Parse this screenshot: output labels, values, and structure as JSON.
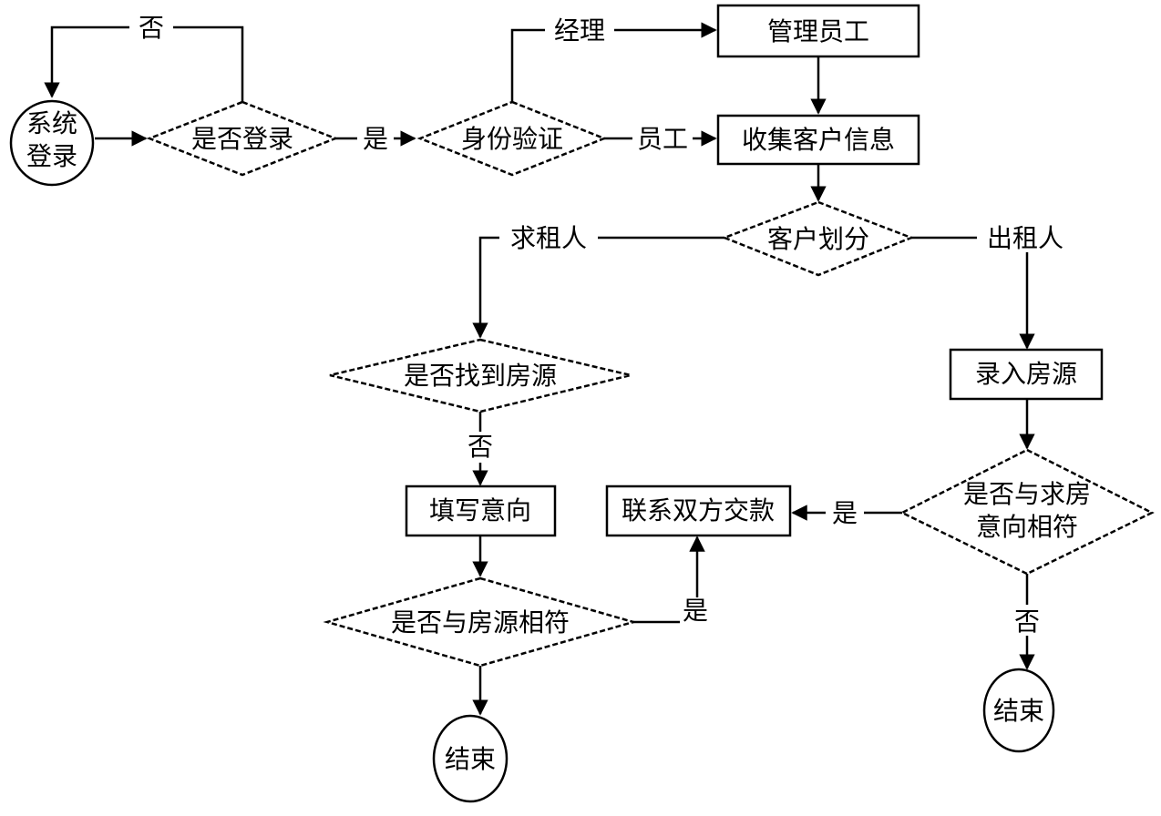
{
  "diagram": {
    "type": "flowchart",
    "nodes": {
      "start": {
        "shape": "ellipse",
        "lines": [
          "系统",
          "登录"
        ]
      },
      "is_logged_in": {
        "shape": "diamond",
        "lines": [
          "是否登录"
        ]
      },
      "identity_check": {
        "shape": "diamond",
        "lines": [
          "身份验证"
        ]
      },
      "manage_staff": {
        "shape": "rect",
        "lines": [
          "管理员工"
        ]
      },
      "collect_info": {
        "shape": "rect",
        "lines": [
          "收集客户信息"
        ]
      },
      "classify_customer": {
        "shape": "diamond",
        "lines": [
          "客户划分"
        ]
      },
      "found_listing": {
        "shape": "diamond",
        "lines": [
          "是否找到房源"
        ]
      },
      "fill_intent": {
        "shape": "rect",
        "lines": [
          "填写意向"
        ]
      },
      "match_listing": {
        "shape": "diamond",
        "lines": [
          "是否与房源相符"
        ]
      },
      "end_left": {
        "shape": "ellipse",
        "lines": [
          "结束"
        ]
      },
      "contact_parties": {
        "shape": "rect",
        "lines": [
          "联系双方交款"
        ]
      },
      "enter_listing": {
        "shape": "rect",
        "lines": [
          "录入房源"
        ]
      },
      "match_intent": {
        "shape": "diamond",
        "lines": [
          "是否与求房",
          "意向相符"
        ]
      },
      "end_right": {
        "shape": "ellipse",
        "lines": [
          "结束"
        ]
      }
    },
    "edges": [
      {
        "from": "start",
        "to": "is_logged_in",
        "label": ""
      },
      {
        "from": "is_logged_in",
        "to": "start",
        "label": "否"
      },
      {
        "from": "is_logged_in",
        "to": "identity_check",
        "label": "是"
      },
      {
        "from": "identity_check",
        "to": "manage_staff",
        "label": "经理"
      },
      {
        "from": "identity_check",
        "to": "collect_info",
        "label": "员工"
      },
      {
        "from": "manage_staff",
        "to": "collect_info",
        "label": ""
      },
      {
        "from": "collect_info",
        "to": "classify_customer",
        "label": ""
      },
      {
        "from": "classify_customer",
        "to": "found_listing",
        "label": "求租人"
      },
      {
        "from": "classify_customer",
        "to": "enter_listing",
        "label": "出租人"
      },
      {
        "from": "found_listing",
        "to": "fill_intent",
        "label": "否"
      },
      {
        "from": "fill_intent",
        "to": "match_listing",
        "label": ""
      },
      {
        "from": "match_listing",
        "to": "end_left",
        "label": ""
      },
      {
        "from": "match_listing",
        "to": "contact_parties",
        "label": "是"
      },
      {
        "from": "enter_listing",
        "to": "match_intent",
        "label": ""
      },
      {
        "from": "match_intent",
        "to": "contact_parties",
        "label": "是"
      },
      {
        "from": "match_intent",
        "to": "end_right",
        "label": "否"
      }
    ]
  }
}
